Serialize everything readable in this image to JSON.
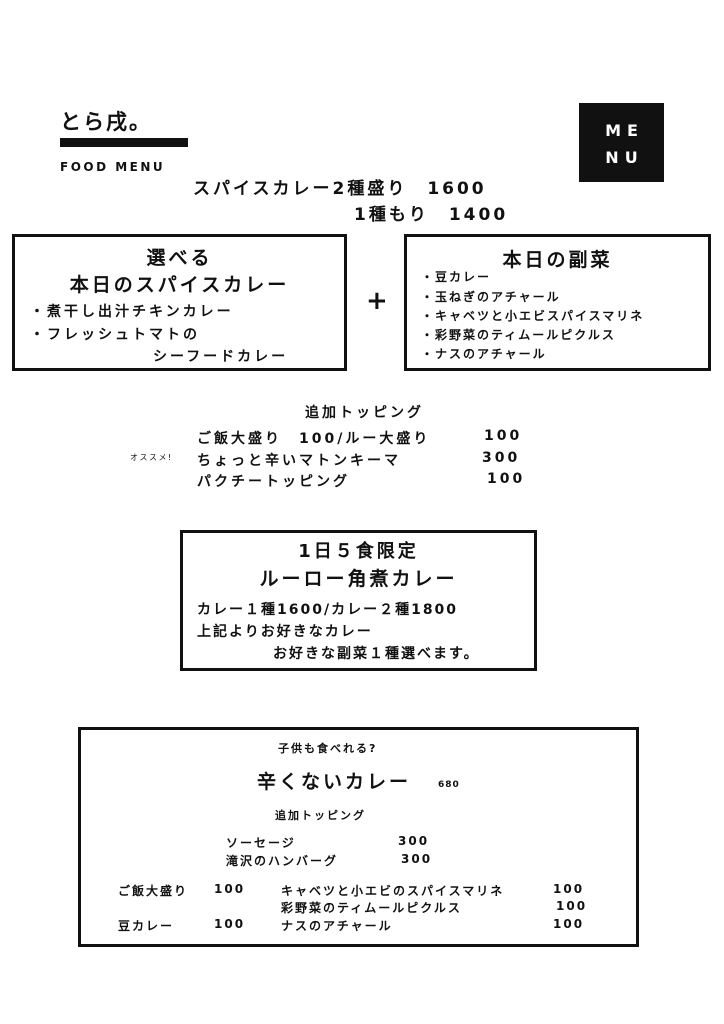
{
  "header": {
    "brand": "とら戌。",
    "subtitle": "FOOD MENU",
    "menu_badge": [
      "ME",
      "NU"
    ]
  },
  "prices": {
    "line1": "スパイスカレー2種盛り　1600",
    "line2": "1種もり　1400"
  },
  "curry_box": {
    "title1": "選べる",
    "title2": "本日のスパイスカレー",
    "items": [
      "・煮干し出汁チキンカレー",
      "・フレッシュトマトの",
      "シーフードカレー"
    ]
  },
  "plus": "+",
  "side_box": {
    "title": "本日の副菜",
    "items": [
      "・豆カレー",
      "・玉ねぎのアチャール",
      "・キャベツと小エビスパイスマリネ",
      "・彩野菜のティムールピクルス",
      "・ナスのアチャール"
    ]
  },
  "toppings": {
    "title": "追加トッピング",
    "rows": [
      {
        "note": "",
        "label": "ご飯大盛り　100/ルー大盛り",
        "price": "100"
      },
      {
        "note": "オススメ!",
        "label": "ちょっと辛いマトンキーマ",
        "price": "300"
      },
      {
        "note": "",
        "label": "パクチートッピング",
        "price": "100"
      }
    ]
  },
  "limited": {
    "title1": "1日５食限定",
    "title2": "ルーロー角煮カレー",
    "lines": [
      "カレー１種1600/カレー２種1800",
      "上記よりお好きなカレー",
      "お好きな副菜１種選べます。"
    ]
  },
  "kids": {
    "caption": "子供も食べれる?",
    "title": "辛くないカレー",
    "price": "680",
    "topping_title": "追加トッピング",
    "toppings": [
      {
        "label": "ソーセージ",
        "price": "300"
      },
      {
        "label": "滝沢のハンバーグ",
        "price": "300"
      }
    ],
    "left_items": [
      {
        "label": "ご飯大盛り",
        "price": "100"
      },
      {
        "label": "豆カレー",
        "price": "100"
      }
    ],
    "right_items": [
      {
        "label": "キャベツと小エビのスパイスマリネ",
        "price": "100"
      },
      {
        "label": "彩野菜のティムールピクルス",
        "price": "100"
      },
      {
        "label": "ナスのアチャール",
        "price": "100"
      }
    ]
  }
}
